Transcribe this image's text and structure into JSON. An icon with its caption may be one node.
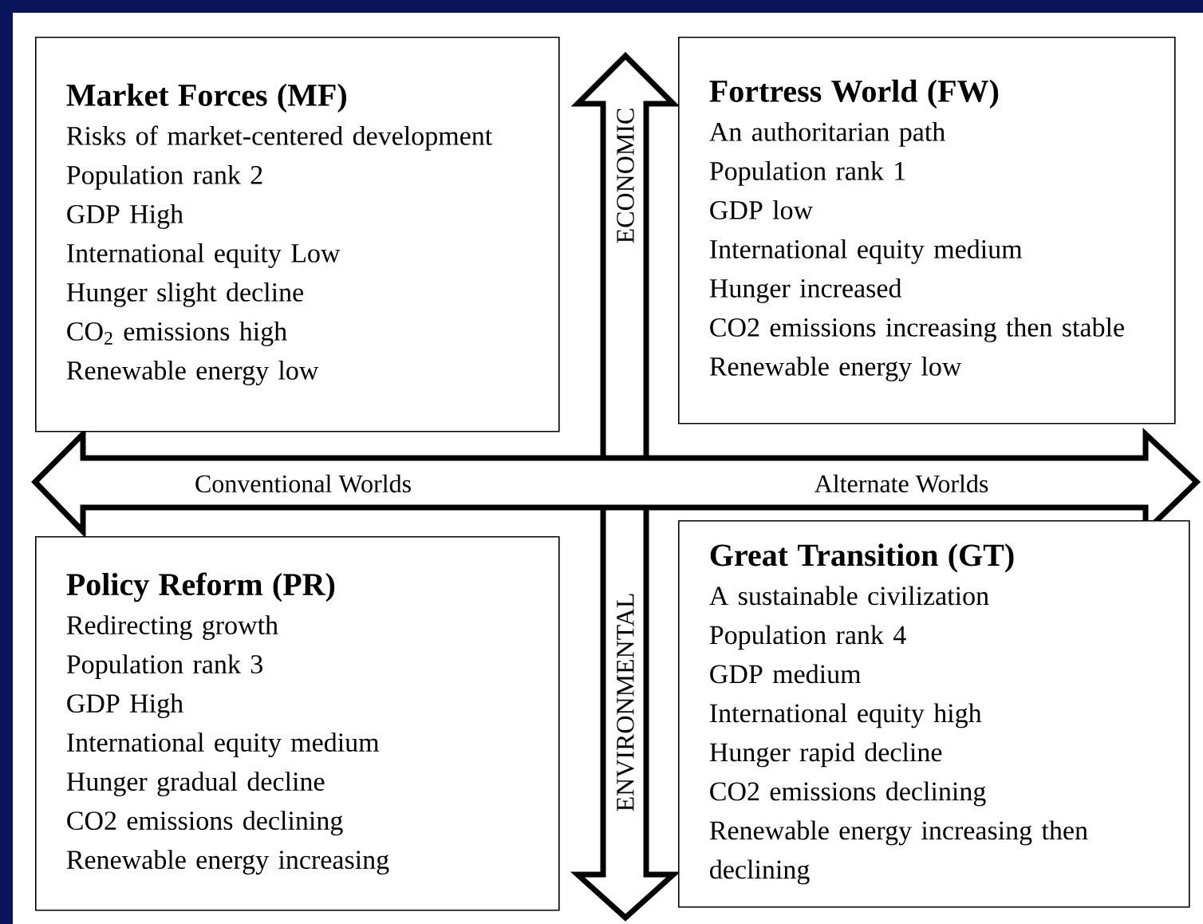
{
  "diagram": {
    "nodes": [
      {
        "text": [
          "Market Forces (MF)",
          "Risks of market-centered development",
          "Population rank 2",
          "GDP High",
          "International equity Low",
          "Hunger slight decline",
          "CO$_{2}$ emissions high",
          "Renewable energy low"
        ]
      },
      {
        "text": [
          "Fortress World (FW)",
          "An authoritarian path",
          "Population rank 1",
          "GDP low",
          "International equity medium",
          "Hunger increased",
          "CO2 emissions increasing then stable",
          "Renewable energy low"
        ]
      },
      {
        "text": [
          "Policy Reform (PR)",
          "Redirecting growth",
          "Population rank 3",
          "GDP High",
          "International equity medium",
          "Hunger gradual decline",
          "CO2 emissions declining",
          "Renewable energy increasing"
        ]
      },
      {
        "text": [
          "Great Transition (GT)",
          "A sustainable civilization",
          "Population rank 4",
          "GDP medium",
          "International equity high",
          "Hunger rapid decline",
          "CO2 emissions declining",
          "Renewable energy increasing then declining"
        ]
      }
    ],
    "labels": [
      "ECONOMIC",
      "Conventional Worlds",
      "Alternate Worlds",
      "ENVIRONMENTAL"
    ]
  }
}
